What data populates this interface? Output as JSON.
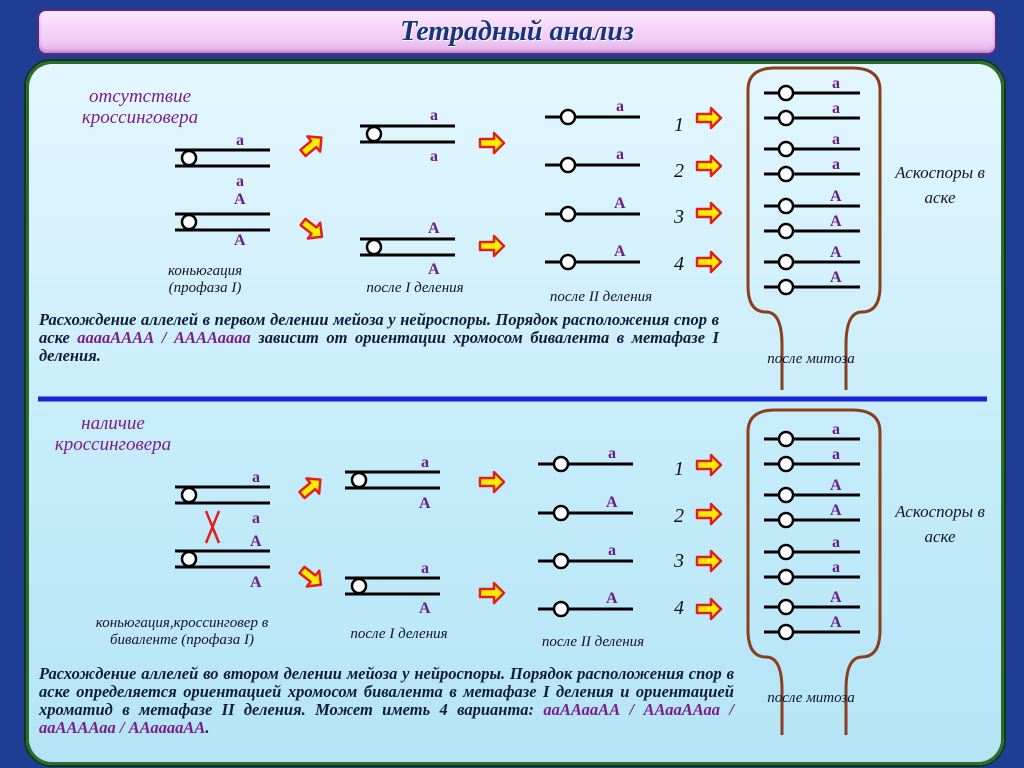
{
  "title": "Тетрадный анализ",
  "top": {
    "heading_line1": "отсутствие",
    "heading_line2": "кроссинговера",
    "conj_line1": "коньюгация",
    "conj_line2": "(профаза I)",
    "after_div1": "после I деления",
    "after_div2": "после II деления",
    "numbers": [
      "1",
      "2",
      "3",
      "4"
    ],
    "ascospores_line1": "Аскоспоры в",
    "ascospores_line2": "аске",
    "after_mitosis": "после митоза",
    "description_pre": "Расхождение аллелей в первом делении мейоза у нейроспоры. Порядок расположения спор в аске ",
    "description_seq": "ааааАААА / ААААаааа",
    "description_post": " зависит от ориентации хромосом бивалента в метафазе I деления."
  },
  "bottom": {
    "heading_line1": "наличие",
    "heading_line2": "кроссинговера",
    "conj_line1": "коньюгация,кроссинговер в",
    "conj_line2": "биваленте (профаза I)",
    "after_div1": "после I деления",
    "after_div2": "после II деления",
    "numbers": [
      "1",
      "2",
      "3",
      "4"
    ],
    "ascospores_line1": "Аскоспоры в",
    "ascospores_line2": "аске",
    "after_mitosis": "после митоза",
    "description_pre": "Расхождение аллелей во втором делении мейоза у нейроспоры. Порядок расположения спор в аске определяется ориентацией хромосом бивалента в метафазе I деления и ориентацией хроматид в метафазе II деления. Может  иметь 4 варианта: ",
    "description_seq": "ааААааАА / ААааААаа / ааААААаа / ААааааАА",
    "description_post": "."
  },
  "alleles": {
    "top": {
      "conjugation": [
        "a",
        "a",
        "A",
        "A"
      ],
      "after_div1": [
        "a",
        "a",
        "A",
        "A"
      ],
      "after_div2": [
        "a",
        "a",
        "A",
        "A"
      ],
      "ascus": [
        "a",
        "a",
        "a",
        "a",
        "A",
        "A",
        "A",
        "A"
      ]
    },
    "bottom": {
      "conjugation": [
        "a",
        "a",
        "A",
        "A"
      ],
      "after_div1": [
        "a",
        "A",
        "a",
        "A"
      ],
      "after_div2": [
        "a",
        "A",
        "a",
        "A"
      ],
      "ascus": [
        "a",
        "a",
        "A",
        "A",
        "a",
        "a",
        "A",
        "A"
      ]
    }
  },
  "colors": {
    "allele": "#6a1f86",
    "arrow_fill": "#ffee00",
    "arrow_stroke": "#e02020",
    "ascus_outline": "#8a3f1e",
    "divider": "#1622d8",
    "crossover": "#e02020"
  }
}
